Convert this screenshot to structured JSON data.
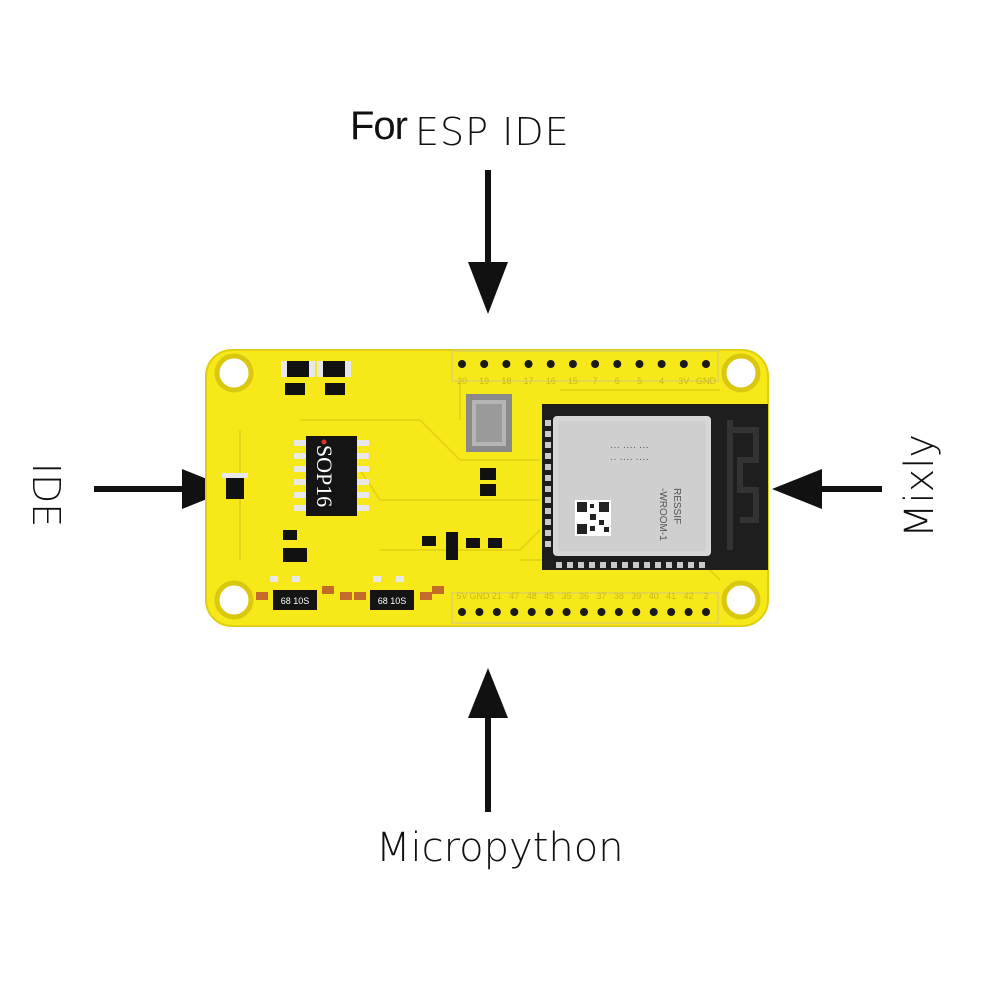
{
  "labels": {
    "top_prefix": "For",
    "top": "ESP IDE",
    "bottom": "Micropython",
    "left": "IDE",
    "right": "Mixly"
  },
  "board": {
    "chip_label": "SOP16",
    "transistor_label_1": "68 10S",
    "transistor_label_2": "68 10S",
    "module_brand": "RESSIF",
    "module_name": "-WROOM-1",
    "top_pins": [
      "20",
      "19",
      "18",
      "17",
      "16",
      "15",
      "7",
      "6",
      "5",
      "4",
      "3V",
      "GND"
    ],
    "bottom_pins": [
      "5V",
      "GND",
      "21",
      "47",
      "48",
      "45",
      "35",
      "36",
      "37",
      "38",
      "39",
      "40",
      "41",
      "42",
      "2"
    ]
  },
  "colors": {
    "board": "#f7e81a",
    "arrow": "#111111",
    "antenna": "#1e1e1e"
  }
}
